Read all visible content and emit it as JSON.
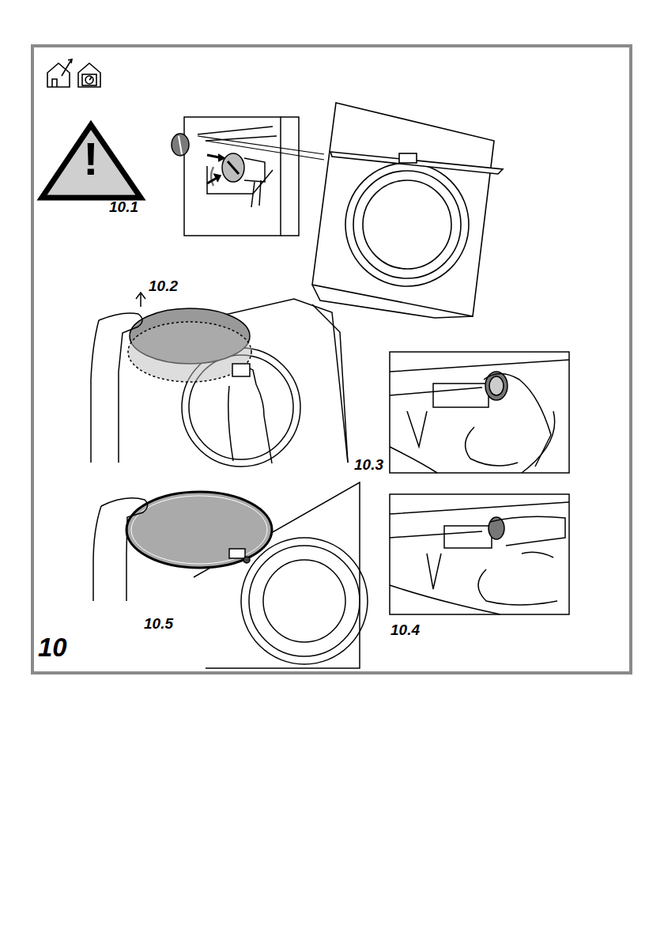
{
  "diagram": {
    "labels": [
      "!",
      "10.1",
      "10.2",
      "10.3",
      "10.4",
      "10.5",
      "10"
    ]
  }
}
